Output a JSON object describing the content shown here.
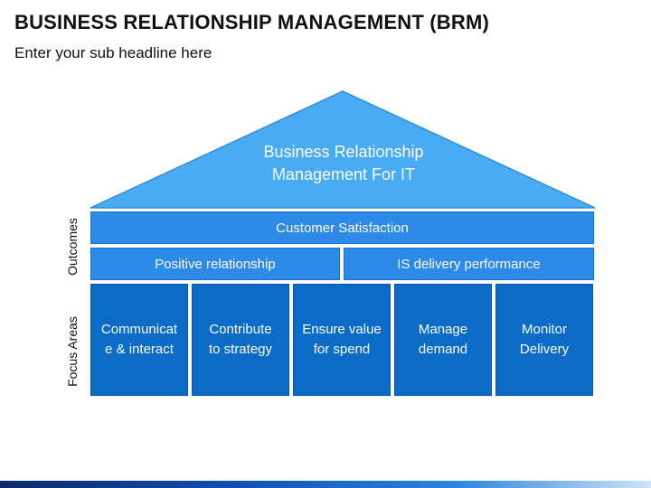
{
  "header": {
    "title": "BUSINESS RELATIONSHIP MANAGEMENT (BRM)",
    "subtitle": "Enter your sub headline here"
  },
  "roof": {
    "line1": "Business Relationship",
    "line2": "Management For IT"
  },
  "side_labels": {
    "outcomes": "Outcomes",
    "focus_areas": "Focus Areas"
  },
  "outcomes": {
    "top": "Customer Satisfaction",
    "left": "Positive relationship",
    "right": "IS delivery performance"
  },
  "focus_areas": [
    {
      "line1": "Communicat",
      "line2": "e & interact"
    },
    {
      "line1": "Contribute",
      "line2": "to strategy"
    },
    {
      "line1": "Ensure value",
      "line2": "for spend"
    },
    {
      "line1": "Manage",
      "line2": "demand"
    },
    {
      "line1": "Monitor",
      "line2": "Delivery"
    }
  ],
  "colors": {
    "roof": "#4aabf5",
    "outcome_bar": "#2e8ae8",
    "focus_box": "#0a6cc6"
  }
}
